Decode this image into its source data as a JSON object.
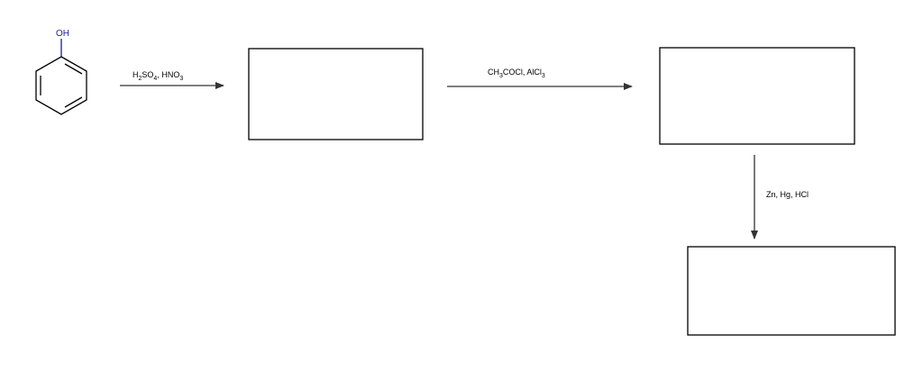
{
  "colors": {
    "line": "#000000",
    "arrow": "#333333",
    "hydroxyl": "#1a1aa6",
    "background": "#ffffff"
  },
  "starting_material": {
    "substituent_label": "OH",
    "icon": "phenol-structure-icon"
  },
  "steps": [
    {
      "reagents": [
        {
          "text": "H",
          "sub": false
        },
        {
          "text": "2",
          "sub": true
        },
        {
          "text": "SO",
          "sub": false
        },
        {
          "text": "4",
          "sub": true
        },
        {
          "text": ", HNO",
          "sub": false
        },
        {
          "text": "3",
          "sub": true
        }
      ]
    },
    {
      "reagents": [
        {
          "text": "CH",
          "sub": false
        },
        {
          "text": "3",
          "sub": true
        },
        {
          "text": "COCl, AlCl",
          "sub": false
        },
        {
          "text": "3",
          "sub": true
        }
      ]
    },
    {
      "reagents": [
        {
          "text": "Zn, Hg, HCl",
          "sub": false
        }
      ]
    }
  ],
  "answer_boxes": [
    {
      "content": ""
    },
    {
      "content": ""
    },
    {
      "content": ""
    }
  ]
}
